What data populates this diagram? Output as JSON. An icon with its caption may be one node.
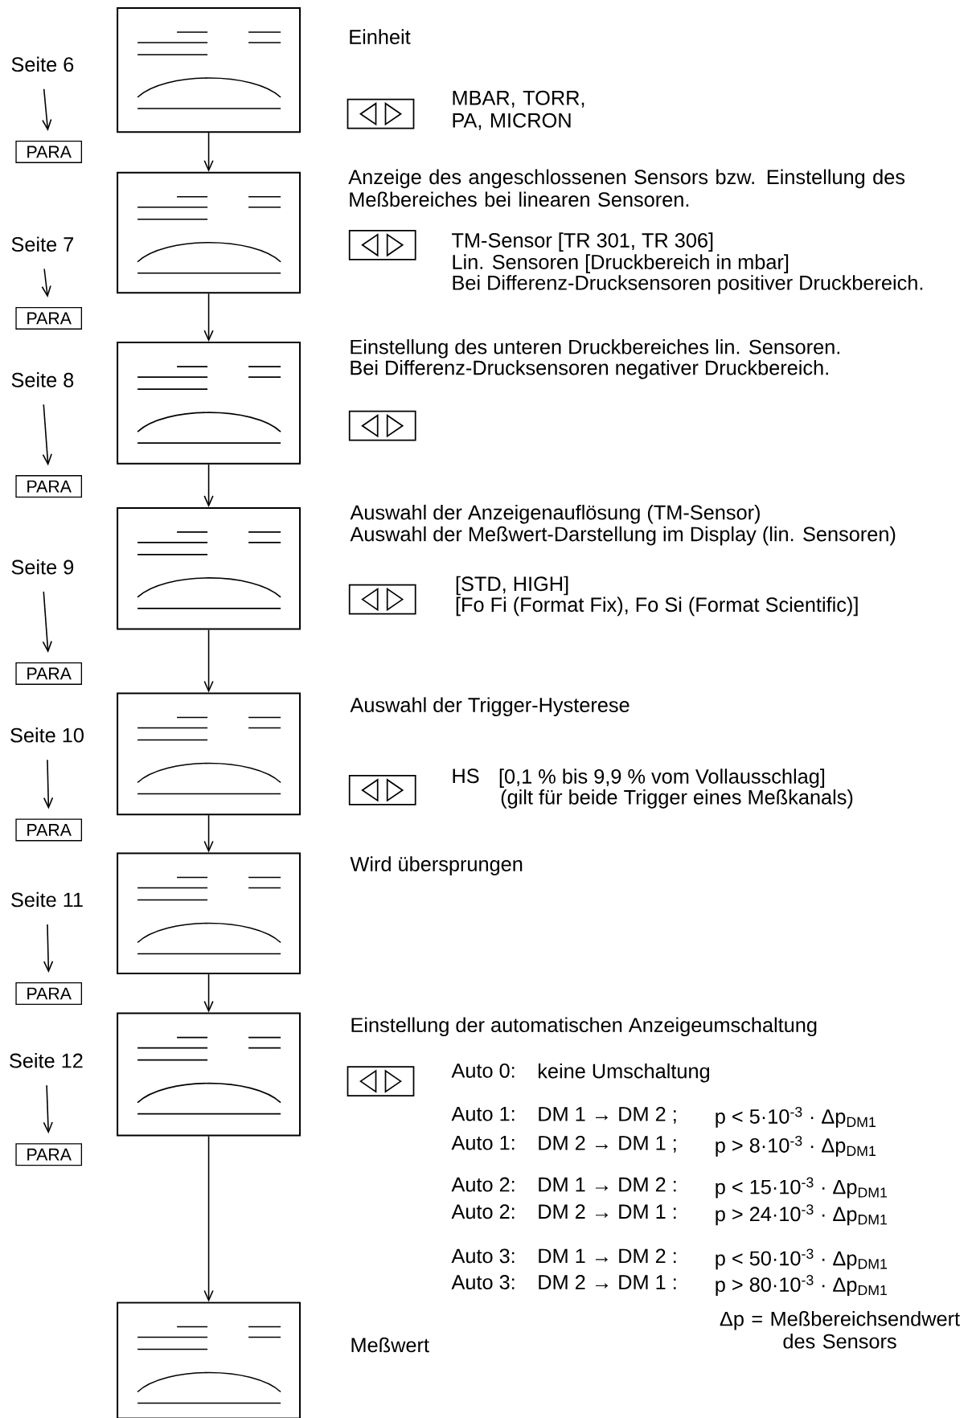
{
  "diagram": {
    "nodes": [
      {
        "text": [],
        "shape": "box"
      },
      {
        "text": [],
        "shape": "box"
      },
      {
        "text": [],
        "shape": "box"
      },
      {
        "text": [],
        "shape": "box"
      },
      {
        "text": [],
        "shape": "box"
      },
      {
        "text": [],
        "shape": "box"
      },
      {
        "text": [],
        "shape": "box"
      },
      {
        "text": [],
        "shape": "box"
      },
      {
        "text": [
          "Seite 6"
        ]
      },
      {
        "text": [
          "Seite 7"
        ]
      },
      {
        "text": [
          "Seite 8"
        ]
      },
      {
        "text": [
          "Seite 9"
        ]
      },
      {
        "text": [
          "Seite 10"
        ]
      },
      {
        "text": [
          "Seite 11"
        ]
      },
      {
        "text": [
          "Seite 12"
        ]
      },
      {
        "text": [
          "PARA"
        ]
      },
      {
        "text": [
          "PARA"
        ]
      },
      {
        "text": [
          "PARA"
        ]
      },
      {
        "text": [
          "PARA"
        ]
      },
      {
        "text": [
          "PARA"
        ]
      },
      {
        "text": [
          "PARA"
        ]
      },
      {
        "text": [
          "PARA"
        ]
      }
    ],
    "edges": [
      {
        "from": 0,
        "to": 1,
        "arrow": "to"
      },
      {
        "from": 1,
        "to": 2,
        "arrow": "to"
      },
      {
        "from": 2,
        "to": 3,
        "arrow": "to"
      },
      {
        "from": 3,
        "to": 4,
        "arrow": "to"
      },
      {
        "from": 4,
        "to": 5,
        "arrow": "to"
      },
      {
        "from": 5,
        "to": 6,
        "arrow": "to"
      },
      {
        "from": 6,
        "to": 7,
        "arrow": "to"
      },
      {
        "from": 8,
        "to": 15,
        "arrow": "to"
      },
      {
        "from": 9,
        "to": 16,
        "arrow": "to"
      },
      {
        "from": 10,
        "to": 17,
        "arrow": "to"
      },
      {
        "from": 11,
        "to": 18,
        "arrow": "to"
      },
      {
        "from": 12,
        "to": 19,
        "arrow": "to"
      },
      {
        "from": 13,
        "to": 20,
        "arrow": "to"
      },
      {
        "from": 14,
        "to": 21,
        "arrow": "to"
      }
    ],
    "labels": [
      "Einheit",
      "MBAR, TORR, PA, MICRON",
      "Anzeige des angeschlossenen Sensors bzw. Einstellung des Meßbereiches bei linearen Sensoren.",
      "TM-Sensor [TR 301, TR 306]",
      "Lin. Sensoren [Druckbereich in mbar]",
      "Bei Differenz-Drucksensoren positiver Druckbereich.",
      "Einstellung des unteren Druckbereiches lin. Sensoren.",
      "Bei Differenz-Drucksensoren negativer Druckbereich.",
      "Auswahl der Anzeigenauflösung (TM-Sensor)",
      "Auswahl der Meßwert-Darstellung im Display (lin. Sensoren)",
      "[STD, HIGH]",
      "[Fo Fi (Format Fix), Fo Si (Format Scientific)]",
      "Auswahl der Trigger-Hysterese",
      "HS",
      "[0,1 % bis 9,9 % vom Vollausschlag]",
      "(gilt für beide Trigger eines Meßkanals)",
      "Wird übersprungen",
      "Einstellung der automatischen Anzeigeumschaltung",
      "Auto 0:",
      "keine Umschaltung",
      "Auto 1:",
      "DM 1 → DM 2 ;",
      "p < 5·10$^{-3}$ · Δp$_{DM1}$",
      "Auto 1:",
      "DM 2 → DM 1 ;",
      "p > 8·10$^{-3}$ · Δp$_{DM1}$",
      "Auto 2:",
      "DM 1 → DM 2 :",
      "p < 15·10$^{-3}$ · Δp$_{DM1}$",
      "Auto 2:",
      "DM 2 → DM 1 :",
      "p > 24·10$^{-3}$ · Δp$_{DM1}$",
      "Auto 3:",
      "DM 1 → DM 2 :",
      "p < 50·10$^{-3}$ · Δp$_{DM1}$",
      "Auto 3:",
      "DM 2 → DM 1 :",
      "p > 80·10$^{-3}$ · Δp$_{DM1}$",
      "Δp = Meßbereichsendwert des Sensors",
      "Meßwert"
    ]
  }
}
